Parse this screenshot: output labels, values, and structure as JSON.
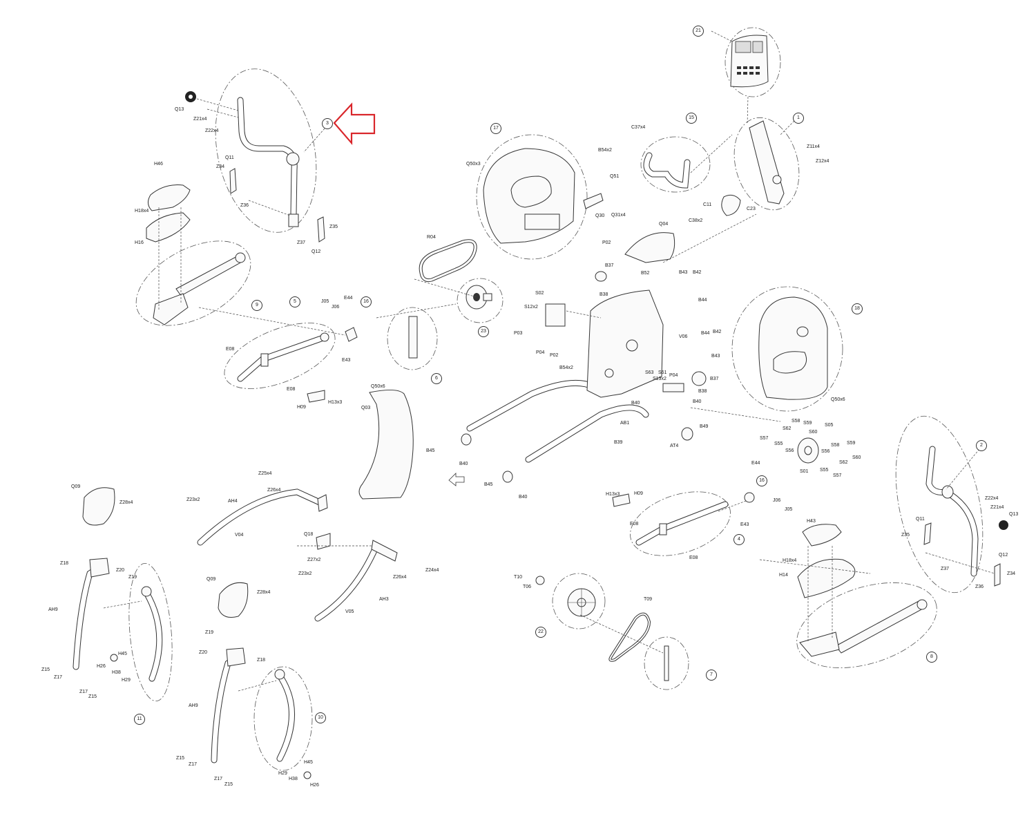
{
  "diagram": {
    "part_labels": [
      "Q13",
      "Z21x4",
      "Z22x4",
      "Q11",
      "Z34",
      "Z36",
      "H46",
      "H18x4",
      "H16",
      "Z37",
      "Q12",
      "Z35",
      "J05",
      "J06",
      "E44",
      "E08",
      "E43",
      "E08",
      "H09",
      "H13x3",
      "Q50x6",
      "Q03",
      "Q50x3",
      "B54x2",
      "Q51",
      "Q30",
      "Q31x4",
      "R04",
      "P02",
      "Q04",
      "B37",
      "B38",
      "B52",
      "B43",
      "B42",
      "B44",
      "S02",
      "S12x2",
      "P03",
      "P04",
      "P02",
      "B54x2",
      "V06",
      "B44",
      "B42",
      "B43",
      "S63",
      "S61",
      "S13x2",
      "P04",
      "B37",
      "B38",
      "B40",
      "B40",
      "AB1",
      "B39",
      "B45",
      "B40",
      "B45",
      "B40",
      "AT4",
      "B49",
      "Q50x6",
      "S58",
      "S59",
      "S05",
      "S62",
      "S60",
      "S57",
      "S55",
      "S56",
      "S01",
      "S58",
      "S59",
      "S56",
      "S62",
      "S60",
      "S55",
      "S57",
      "C37x4",
      "Z11x4",
      "Z12x4",
      "C11",
      "C23",
      "C38x2",
      "Q09",
      "Z28x4",
      "Z18",
      "Z20",
      "Z19",
      "AH9",
      "H26",
      "H45",
      "H38",
      "H29",
      "Z15",
      "Z17",
      "Z17",
      "Z15",
      "Z25x4",
      "Z26x4",
      "Z23x2",
      "AH4",
      "V04",
      "Q18",
      "Z27x2",
      "Z23x2",
      "Z26x4",
      "Z24x4",
      "AH3",
      "V05",
      "Q09",
      "Z28x4",
      "Z19",
      "Z20",
      "Z18",
      "AH9",
      "Z15",
      "Z17",
      "Z17",
      "Z15",
      "H29",
      "H38",
      "H45",
      "H26",
      "H13x3",
      "H09",
      "E08",
      "E08",
      "E44",
      "E43",
      "J06",
      "J05",
      "T10",
      "T06",
      "T09",
      "H43",
      "H18x4",
      "H14",
      "Z22x4",
      "Z21x4",
      "Q13",
      "Q11",
      "Z35",
      "Q12",
      "Z34",
      "Z37",
      "Z36"
    ],
    "callouts": [
      "1",
      "2",
      "3",
      "4",
      "5",
      "6",
      "7",
      "8",
      "9",
      "10",
      "11",
      "15",
      "16",
      "16",
      "17",
      "18",
      "21",
      "22",
      "23"
    ],
    "arrow_color": "#d9262b",
    "line_color": "#333333"
  }
}
